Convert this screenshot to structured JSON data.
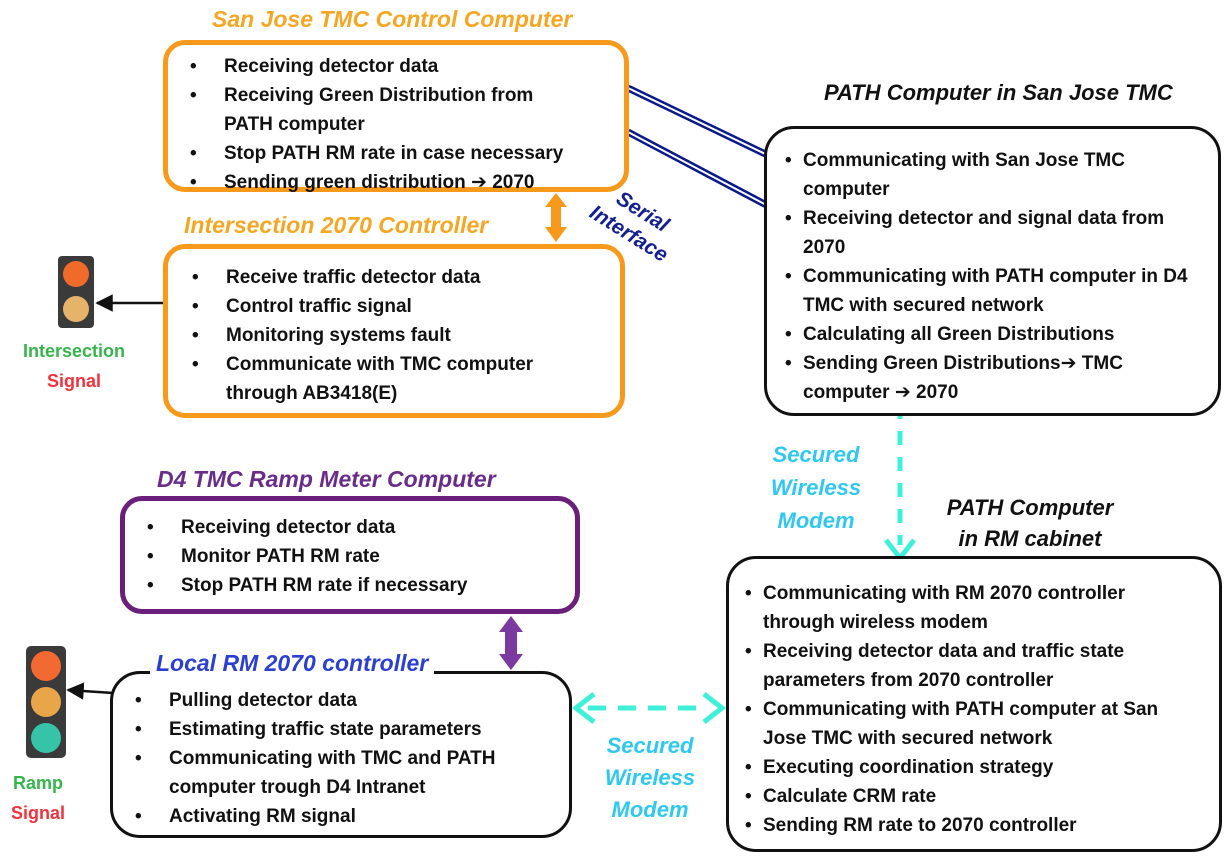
{
  "sj_tmc": {
    "title": "San Jose TMC Control Computer",
    "items": [
      "Receiving detector data",
      "Receiving Green Distribution from PATH computer",
      "Stop PATH RM rate in case necessary",
      "Sending green distribution ➔ 2070"
    ]
  },
  "intersection": {
    "title": "Intersection 2070 Controller",
    "items": [
      "Receive traffic detector data",
      "Control traffic signal",
      "Monitoring systems fault",
      "Communicate with TMC computer through AB3418(E)"
    ],
    "signal_label_line1": "Intersection",
    "signal_label_line2": "Signal"
  },
  "serial_interface": {
    "line1": "Serial",
    "line2": "Interface"
  },
  "path_sj": {
    "title": "PATH Computer in San Jose TMC",
    "items": [
      "Communicating with San Jose TMC computer",
      "Receiving detector and signal data from 2070",
      "Communicating with PATH computer in D4 TMC with secured network",
      "Calculating all Green Distributions",
      "Sending Green Distributions➔ TMC computer ➔ 2070"
    ]
  },
  "wireless_top": {
    "line1": "Secured",
    "line2": "Wireless",
    "line3": "Modem"
  },
  "d4_tmc": {
    "title": "D4 TMC Ramp Meter Computer",
    "items": [
      "Receiving detector data",
      "Monitor PATH RM rate",
      "Stop PATH RM rate if necessary"
    ]
  },
  "path_rm": {
    "title_line1": "PATH Computer",
    "title_line2": "in RM cabinet",
    "items": [
      "Communicating with RM 2070 controller through wireless modem",
      "Receiving detector data and traffic state parameters from 2070 controller",
      "Communicating with PATH computer at San Jose TMC with secured network",
      "Executing coordination strategy",
      "Calculate CRM rate",
      "Sending RM rate to 2070 controller"
    ]
  },
  "local_rm": {
    "title": "Local RM 2070 controller",
    "items": [
      "Pulling detector data",
      "Estimating traffic state parameters",
      "Communicating with TMC and PATH computer trough D4 Intranet",
      "Activating RM signal"
    ],
    "signal_label_line1": "Ramp",
    "signal_label_line2": "Signal"
  },
  "wireless_bottom": {
    "line1": "Secured",
    "line2": "Wireless",
    "line3": "Modem"
  },
  "colors": {
    "orange_box": "#f79a1c",
    "purple_box": "#6a1f7a",
    "cyan_link": "#3ef0d8",
    "serial_link": "#0a1a8a",
    "intersection_label": "#35b64a",
    "signal_label_red": "#f0323c"
  }
}
